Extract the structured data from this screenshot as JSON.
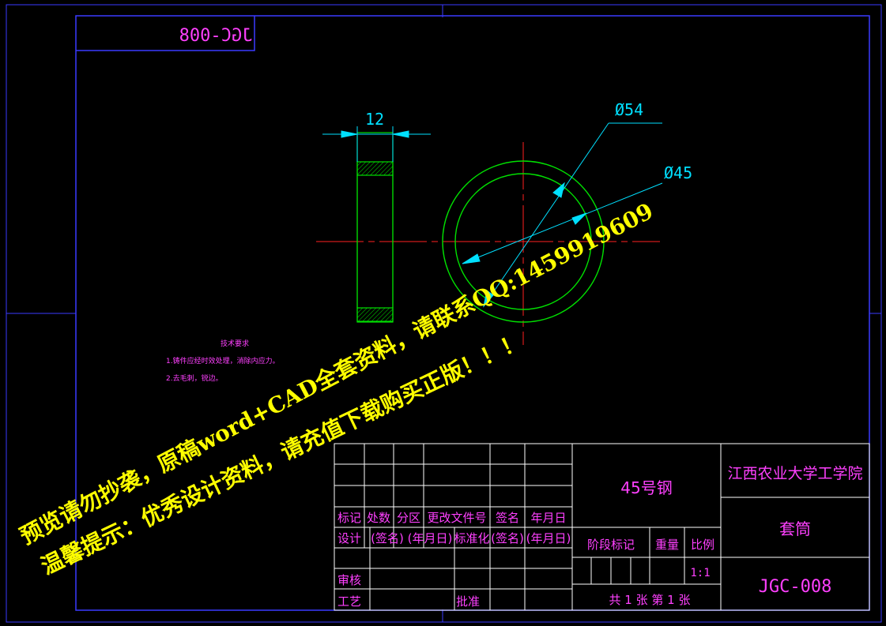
{
  "drawing": {
    "code_mirrored": "JGC-008",
    "dim_width": "12",
    "dim_outer": "Ø54",
    "dim_inner": "Ø45"
  },
  "tech_notes": {
    "title": "技术要求",
    "line1": "1.铸件应经时效处理，消除内应力。",
    "line2": "2.去毛刺，锐边。"
  },
  "title_block": {
    "material": "45号钢",
    "school": "江西农业大学工学院",
    "part_name": "套筒",
    "drawing_no": "JGC-008",
    "hdr_mark": "标记",
    "hdr_count": "处数",
    "hdr_zone": "分区",
    "hdr_change": "更改文件号",
    "hdr_sign": "签名",
    "hdr_date": "年月日",
    "design": "设计",
    "sign_paren": "(签名)",
    "date_paren": "(年月日)",
    "standardize": "标准化",
    "sign_paren2": "(签名)",
    "date_paren2": "(年月日)",
    "stage_mark": "阶段标记",
    "weight": "重量",
    "scale": "比例",
    "scale_value": "1:1",
    "review": "审核",
    "process": "工艺",
    "approve": "批准",
    "sheets": "共 1 张 第 1 张"
  },
  "watermark": {
    "line1": "预览请勿抄袭，原稿word+CAD全套资料，请联系QQ:1459919609",
    "line2": "温馨提示：优秀设计资料，请充值下载购买正版！！！"
  },
  "colors": {
    "background": "#000000",
    "border": "#3a3aff",
    "geometry": "#00e000",
    "dimension": "#00e0ff",
    "centerline": "#ff2020",
    "table_lines": "#ffffff",
    "table_text": "#ff40ff",
    "watermark": "#ffff00"
  }
}
